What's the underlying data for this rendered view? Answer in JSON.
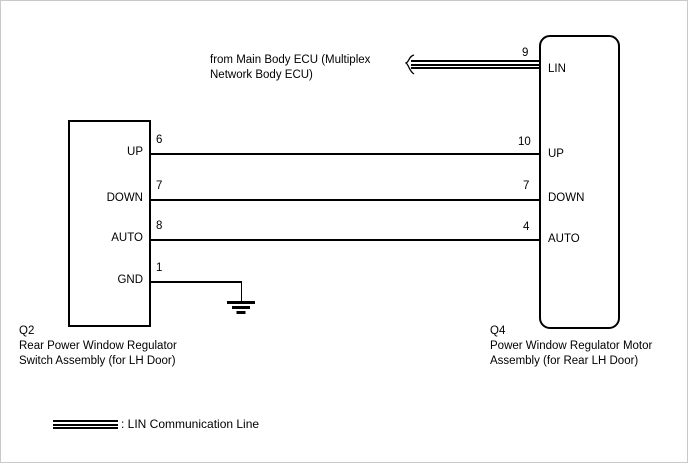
{
  "diagram": {
    "type": "automotive-wiring-diagram",
    "source_note": "from Main Body ECU (Multiplex\nNetwork Body ECU)",
    "legend": {
      "symbol_name": "lin-bus-symbol",
      "text": ": LIN Communication Line"
    },
    "components": [
      {
        "id": "switch-assembly",
        "ref": "Q2",
        "name": "Rear Power Window Regulator\nSwitch Assembly (for LH Door)",
        "shape": "square-box",
        "pins": [
          {
            "number": "6",
            "name": "UP"
          },
          {
            "number": "7",
            "name": "DOWN"
          },
          {
            "number": "8",
            "name": "AUTO"
          },
          {
            "number": "1",
            "name": "GND"
          }
        ]
      },
      {
        "id": "motor-assembly",
        "ref": "Q4",
        "name": "Power Window Regulator Motor\nAssembly (for Rear LH Door)",
        "shape": "rounded-box",
        "pins": [
          {
            "number": "9",
            "name": "LIN"
          },
          {
            "number": "10",
            "name": "UP"
          },
          {
            "number": "7",
            "name": "DOWN"
          },
          {
            "number": "4",
            "name": "AUTO"
          }
        ]
      }
    ],
    "connections": [
      {
        "from": "Q2-6",
        "to": "Q4-10",
        "signal": "UP"
      },
      {
        "from": "Q2-7",
        "to": "Q4-7",
        "signal": "DOWN"
      },
      {
        "from": "Q2-8",
        "to": "Q4-4",
        "signal": "AUTO"
      },
      {
        "from": "Q2-1",
        "to": "ground",
        "signal": "GND"
      },
      {
        "from": "Main Body ECU",
        "to": "Q4-9",
        "signal": "LIN"
      }
    ],
    "ground_symbol": "earth-ground",
    "colors": {
      "line": "#000000",
      "background": "#ffffff"
    }
  }
}
